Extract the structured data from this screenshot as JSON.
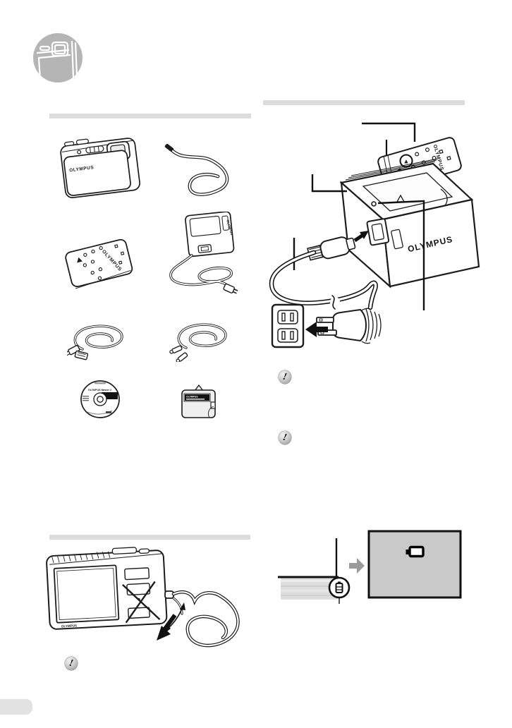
{
  "page": {
    "bg": "#ffffff"
  },
  "brand": {
    "logo_text": "OLYMPUS"
  },
  "colors": {
    "line": "#1c1c1c",
    "section_bar": "#dcdcdc",
    "chapter_circle": "#b5b5b5",
    "screen_fill": "#c9c9c9",
    "gray_arrow": "#9b9b9b",
    "page_tab": "#e2e2e2"
  },
  "chapter_icon": {
    "name": "camera-corner-icon"
  },
  "section_bars": [
    {
      "id": "box-contents-bar"
    },
    {
      "id": "charging-battery-bar"
    },
    {
      "id": "attaching-strap-bar"
    }
  ],
  "box_contents": {
    "items": [
      {
        "id": "camera",
        "icon": "camera-front-illustration",
        "label": "OLYMPUS"
      },
      {
        "id": "strap",
        "icon": "hand-strap-illustration"
      },
      {
        "id": "battery",
        "icon": "battery-illustration",
        "label": "OLYMPUS"
      },
      {
        "id": "charger",
        "icon": "battery-charger-with-cord-illustration",
        "label": "OLYMPUS"
      },
      {
        "id": "usb-cable",
        "icon": "usb-cable-illustration"
      },
      {
        "id": "av-cable",
        "icon": "av-cable-illustration"
      },
      {
        "id": "cd-rom",
        "icon": "cd-rom-illustration",
        "label": "OLYMPUS Master 2"
      },
      {
        "id": "microsd-attachment",
        "icon": "microsd-attachment-illustration",
        "label": "OLYMPUS"
      }
    ]
  },
  "charging_figure": {
    "battery_label": "OLYMPUS",
    "charger_label": "OLYMPUS",
    "battery_mark_glyph": "▲",
    "cautions": [
      {
        "glyph": "!"
      },
      {
        "glyph": "!"
      }
    ]
  },
  "strap_figure": {
    "camera_label": "OLYMPUS",
    "caution": {
      "glyph": "!"
    }
  },
  "battery_indicator_figure": {
    "thumbnail_icon": "battery-empty-indicator-icon",
    "screen_icon": "battery-empty-icon"
  },
  "footer": {
    "page_tab_label": ""
  }
}
